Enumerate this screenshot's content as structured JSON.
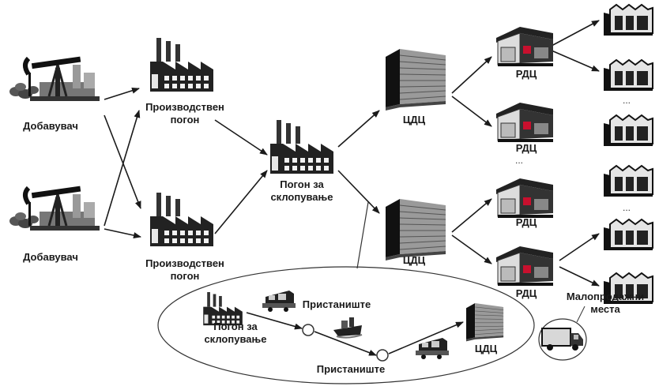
{
  "labels": {
    "supplier_1": "Добавувач",
    "supplier_2": "Добавувач",
    "production_1": "Производствен\nпогон",
    "production_2": "Производствен\nпогон",
    "assembly": "Погон за\nсклопување",
    "cdc_1": "ЦДЦ",
    "cdc_2": "ЦДЦ",
    "rdc_1": "РДЦ",
    "rdc_2": "РДЦ",
    "rdc_3": "РДЦ",
    "rdc_4": "РДЦ",
    "retail": "Малопродажни\nместа",
    "detail_assembly": "Погон за\nсклопување",
    "detail_port_1": "Пристаниште",
    "detail_port_2": "Пристаниште",
    "detail_cdc": "ЦДЦ",
    "ellipsis": "..."
  },
  "icons": {
    "supplier": "oil-pump-icon",
    "factory": "factory-icon",
    "cdc": "warehouse-building-icon",
    "rdc": "distribution-warehouse-icon",
    "retail": "retail-store-icon",
    "truck": "truck-icon",
    "train": "train-icon",
    "ship": "ship-icon"
  }
}
